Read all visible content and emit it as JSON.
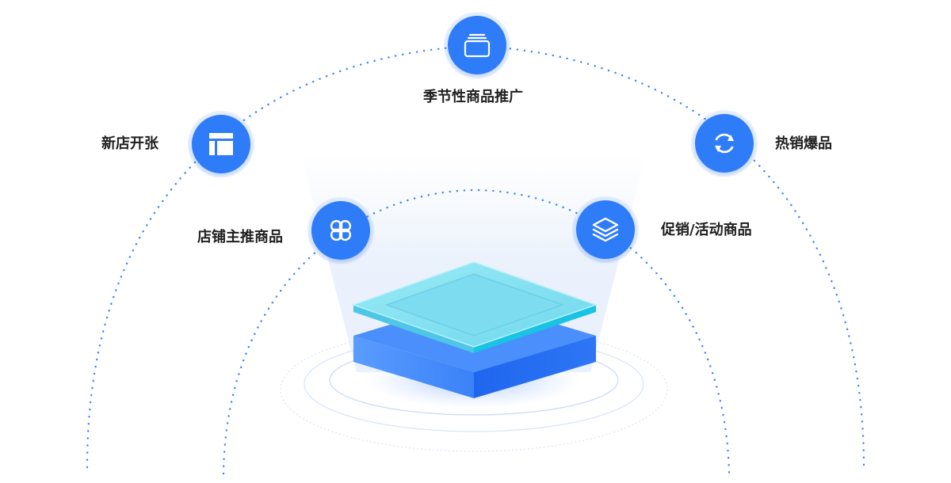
{
  "features": {
    "seasonal": {
      "label": "季节性商品推广",
      "icon": "folder-icon"
    },
    "new_store": {
      "label": "新店开张",
      "icon": "layout-icon"
    },
    "hot_items": {
      "label": "热销爆品",
      "icon": "refresh-icon"
    },
    "store_main": {
      "label": "店铺主推商品",
      "icon": "grid-icon"
    },
    "promotion": {
      "label": "促销/活动商品",
      "icon": "layers-icon"
    }
  },
  "colors": {
    "node": "#2f7cf8",
    "dots": "#3a82f5",
    "platform_top": "#7fe0f0",
    "platform_base": "#2a74f5"
  }
}
